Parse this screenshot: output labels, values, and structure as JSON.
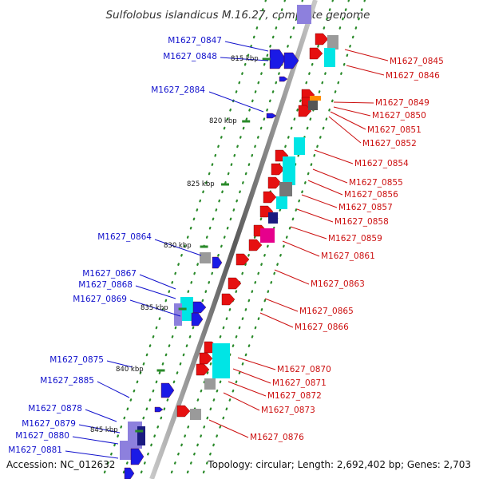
{
  "title": "Sulfolobus islandicus M.16.27, complete genome",
  "footer": {
    "accession": "Accession: NC_012632",
    "topology": "Topology: circular; Length: 2,692,402 bp; Genes: 2,703"
  },
  "colors": {
    "left_label": "#1010cc",
    "right_label": "#cc1010",
    "left_gene": "#1a1ae6",
    "left_gene_dark": "#1a1a80",
    "left_gene_light": "#8d80dd",
    "right_gene": "#e61010",
    "cyan": "#00e5e5",
    "magenta": "#e6008c",
    "orange": "#ff8c00",
    "grey": "#9a9a9a",
    "tick": "#2a8a2a"
  },
  "scale": [
    {
      "label": "815 kbp"
    },
    {
      "label": "820 kbp"
    },
    {
      "label": "825 kbp"
    },
    {
      "label": "830 kbp"
    },
    {
      "label": "835 kbp"
    },
    {
      "label": "840 kbp"
    },
    {
      "label": "845 kbp"
    }
  ],
  "left_labels": [
    "M1627_0847",
    "M1627_0848",
    "M1627_2884",
    "M1627_0864",
    "M1627_0867",
    "M1627_0868",
    "M1627_0869",
    "M1627_0875",
    "M1627_2885",
    "M1627_0878",
    "M1627_0879",
    "M1627_0880",
    "M1627_0881"
  ],
  "right_labels": [
    "M1627_0845",
    "M1627_0846",
    "M1627_0849",
    "M1627_0850",
    "M1627_0851",
    "M1627_0852",
    "M1627_0854",
    "M1627_0855",
    "M1627_0856",
    "M1627_0857",
    "M1627_0858",
    "M1627_0859",
    "M1627_0861",
    "M1627_0863",
    "M1627_0865",
    "M1627_0866",
    "M1627_0870",
    "M1627_0871",
    "M1627_0872",
    "M1627_0873",
    "M1627_0876"
  ]
}
